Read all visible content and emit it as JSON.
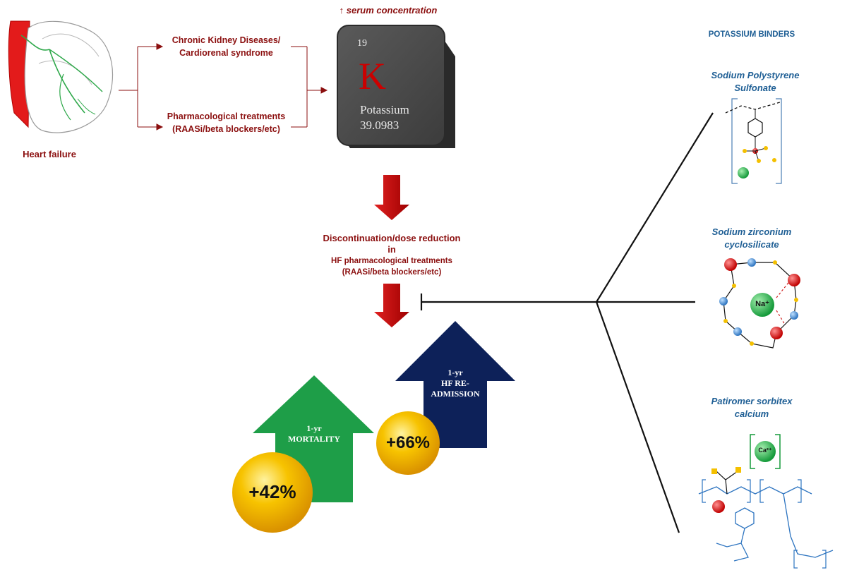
{
  "causes": {
    "heart_failure": "Heart failure",
    "ckd_line1": "Chronic Kidney Diseases/",
    "ckd_line2": "Cardiorenal syndrome",
    "pharm_line1": "Pharmacological treatments",
    "pharm_line2": "(RAASi/beta blockers/etc)"
  },
  "element_tile": {
    "serum_label": "↑ serum concentration",
    "atomic_number": "19",
    "symbol": "K",
    "name": "Potassium",
    "mass": "39.0983"
  },
  "consequence": {
    "line1": "Discontinuation/dose reduction",
    "line2": "in",
    "line3": "HF pharmacological  treatments",
    "line4": "(RAASi/beta blockers/etc)"
  },
  "outcomes": {
    "mortality_line1": "1-yr",
    "mortality_line2": "MORTALITY",
    "mortality_value": "+42%",
    "readmission_line1": "1-yr",
    "readmission_line2": "HF RE-",
    "readmission_line3": "ADMISSION",
    "readmission_value": "+66%"
  },
  "binders": {
    "heading": "POTASSIUM BINDERS",
    "sps_line1": "Sodium Polystyrene",
    "sps_line2": "Sulfonate",
    "szc_line1": "Sodium zirconium",
    "szc_line2": "cyclosilicate",
    "szc_ion": "Na⁺",
    "pat_line1": "Patiromer sorbitex",
    "pat_line2": "calcium",
    "pat_ion": "Ca²⁺"
  },
  "colors": {
    "dark_red": "#8b0f0f",
    "red_arrow": "#c00000",
    "binder_blue": "#1f5f95",
    "green_arrow": "#1e9e48",
    "navy_arrow": "#0d2159",
    "gold_ball": "#f5b800",
    "tile_gray": "#4a4a4a"
  }
}
